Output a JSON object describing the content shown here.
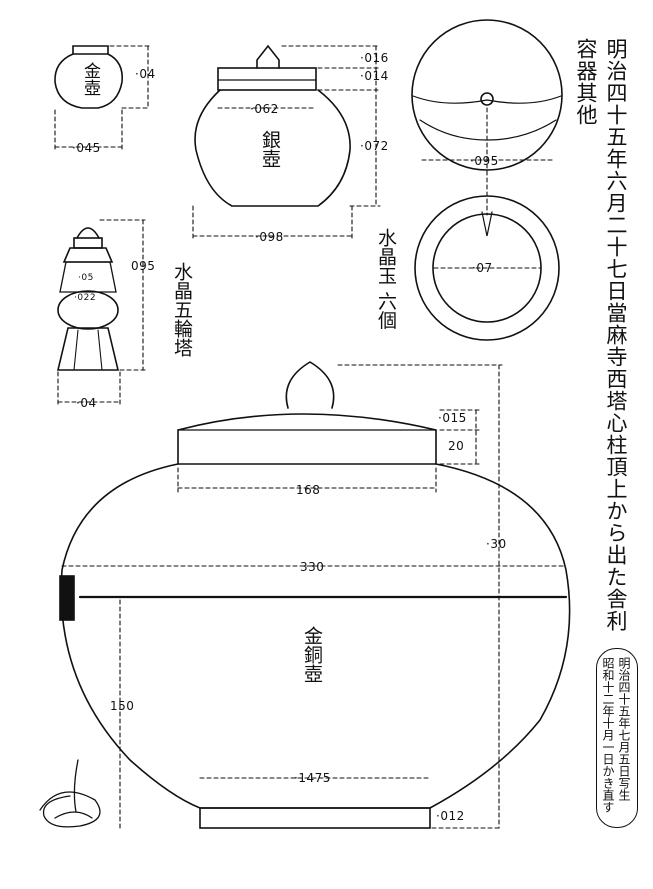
{
  "title": "明治四十五年六月二十七日當麻寺西塔心柱頂上から出た舎利容器其他",
  "note": {
    "line1": "明治四十五年七月五日写生",
    "line2": "昭和十二年十月一日かき直す"
  },
  "objects": {
    "gold_jar_small": {
      "label": "金壺",
      "dims": {
        "height": "·04",
        "width": "·045"
      }
    },
    "silver_jar": {
      "label": "銀壺",
      "dims": {
        "knob": "·016",
        "lid": "·014",
        "mouth": "·062",
        "body_height": "·072",
        "width": "·098"
      }
    },
    "crystal_orb": {
      "label": "水晶玉 六個",
      "dims": {
        "outer": "·095",
        "inner": "·07"
      }
    },
    "crystal_pagoda": {
      "label": "水晶五輪塔",
      "dims": {
        "height": "095",
        "upper": "·05",
        "middle": "·022",
        "base": "·04"
      }
    },
    "gilt_bronze_jar": {
      "label": "金銅壺",
      "dims": {
        "lid_top": "·015",
        "lid_band": "20",
        "lid_width": "168",
        "height": "·30",
        "width": "330",
        "lower_height": "150",
        "base_width": "·1475",
        "base_height": "·012"
      }
    }
  }
}
